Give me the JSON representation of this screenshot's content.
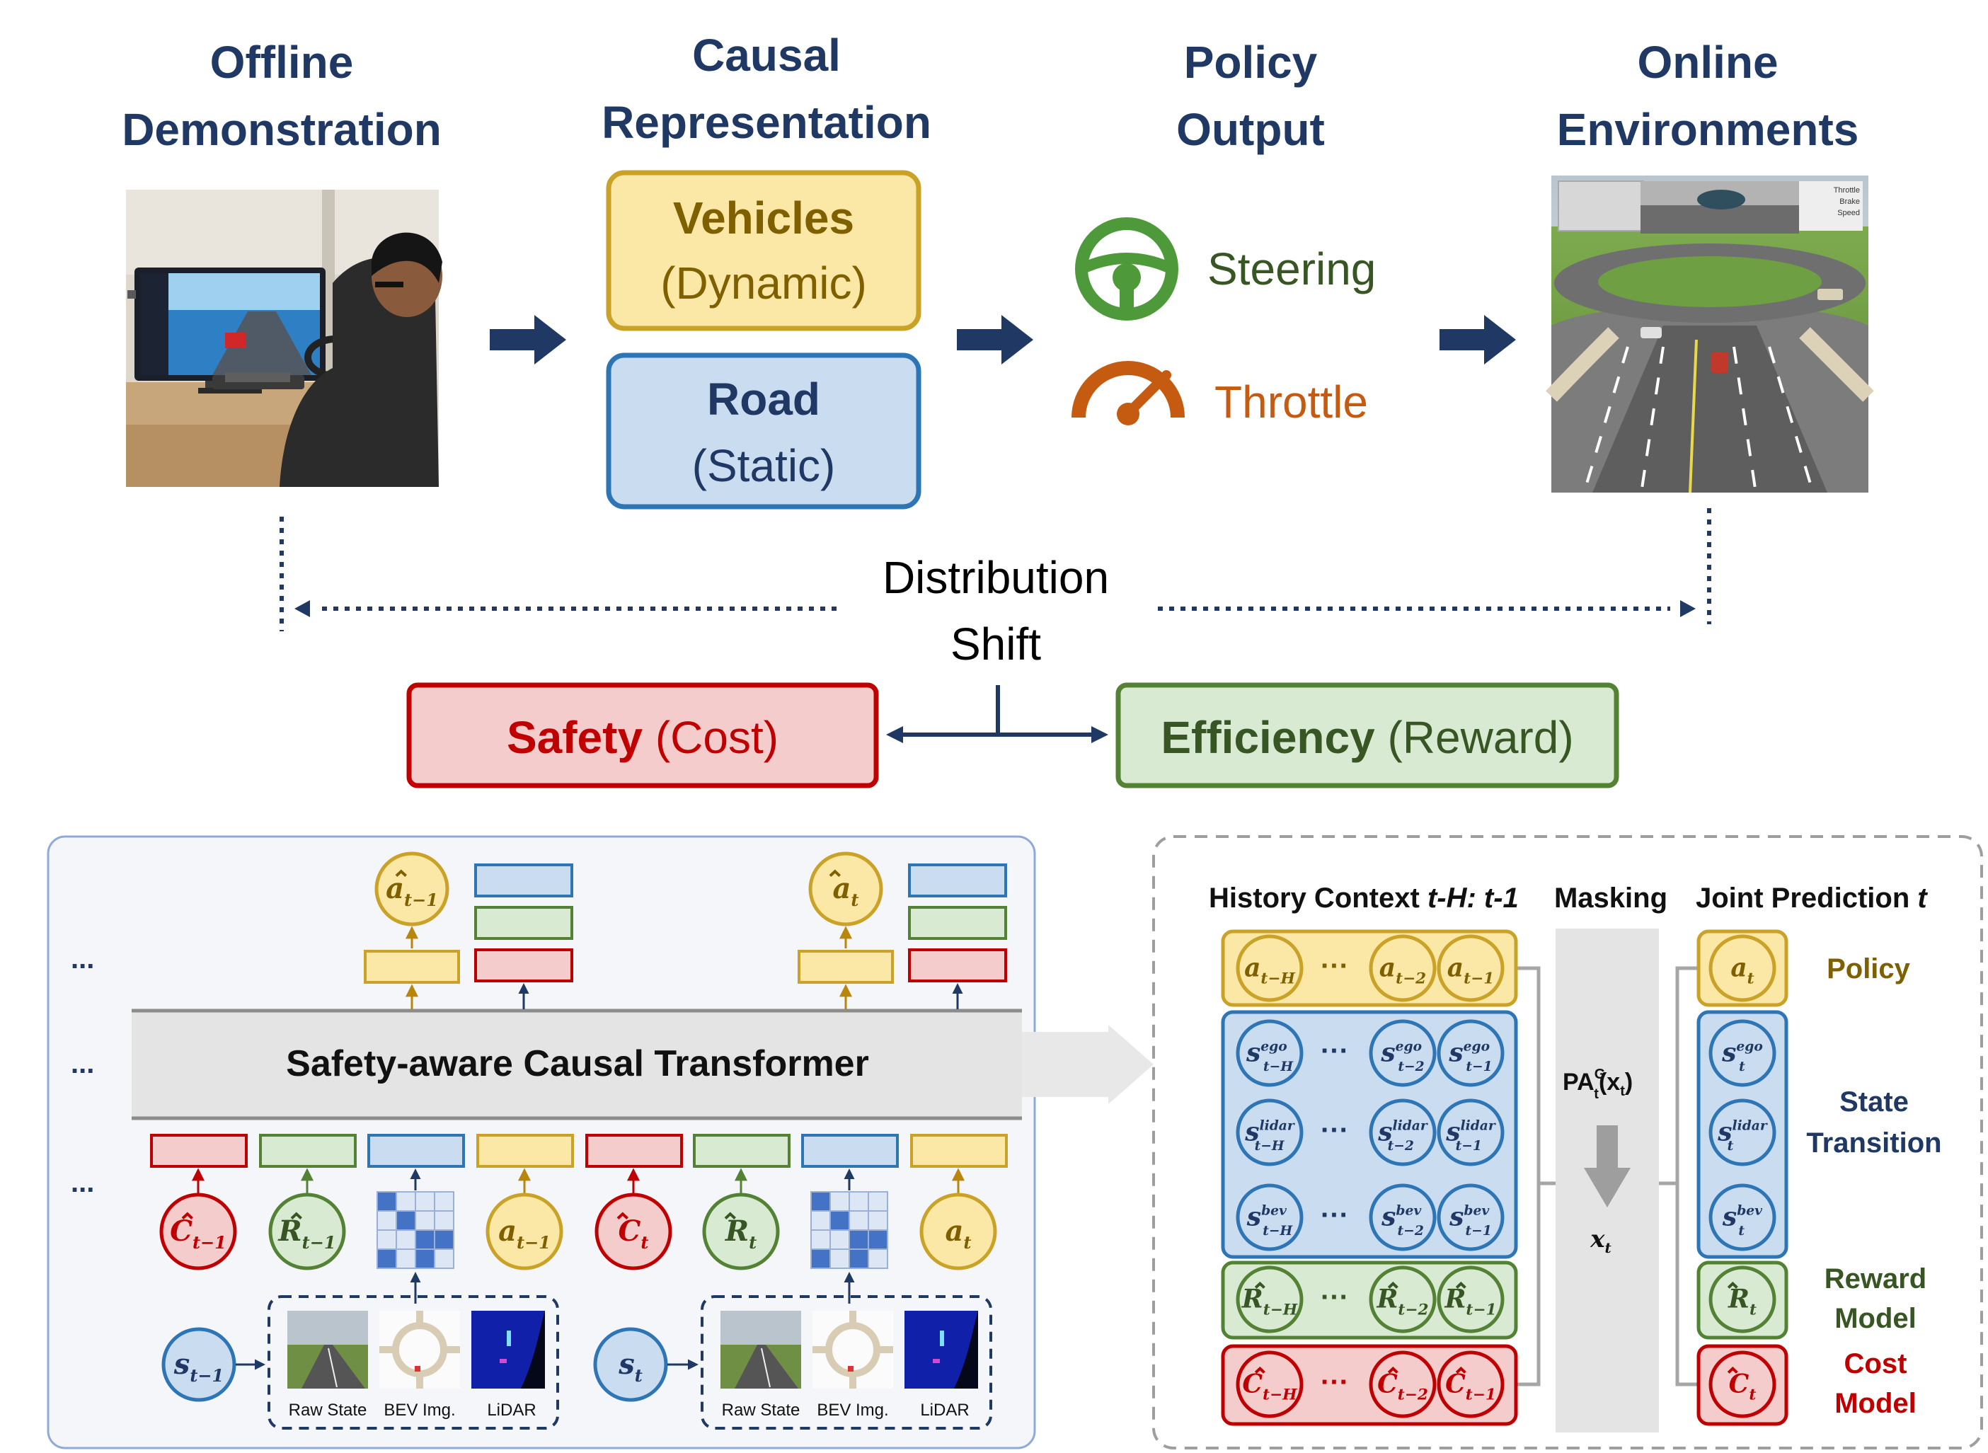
{
  "pipeline": {
    "offline_title": [
      "Offline",
      "Demonstration"
    ],
    "causal_title": [
      "Causal",
      "Representation"
    ],
    "policy_title": [
      "Policy",
      "Output"
    ],
    "online_title": [
      "Online",
      "Environments"
    ],
    "vehicles_label": "Vehicles",
    "vehicles_sub": "(Dynamic)",
    "road_label": "Road",
    "road_sub": "(Static)",
    "steering": "Steering",
    "throttle": "Throttle",
    "shift_line1": "Distribution",
    "shift_line2": "Shift",
    "safety_bold": "Safety",
    "safety_rest": " (Cost)",
    "efficiency_bold": "Efficiency",
    "efficiency_rest": " (Reward)",
    "sim_hud": [
      "Throttle",
      "Brake",
      "Speed"
    ]
  },
  "transformer": {
    "title": "Safety-aware Causal Transformer",
    "ellipsis": "...",
    "out_tokens": [
      {
        "main": "a",
        "hat": true,
        "sub": "t−1"
      },
      {
        "main": "a",
        "hat": true,
        "sub": "t"
      }
    ],
    "in_tokens": [
      {
        "main": "C",
        "hat": true,
        "sub": "t−1",
        "kind": "cost"
      },
      {
        "main": "R",
        "hat": true,
        "sub": "t−1",
        "kind": "reward"
      },
      {
        "main": "a",
        "hat": false,
        "sub": "t−1",
        "kind": "action"
      },
      {
        "main": "C",
        "hat": true,
        "sub": "t",
        "kind": "cost"
      },
      {
        "main": "R",
        "hat": true,
        "sub": "t",
        "kind": "reward"
      },
      {
        "main": "a",
        "hat": false,
        "sub": "t",
        "kind": "action"
      }
    ],
    "state_tokens": [
      {
        "main": "s",
        "sub": "t−1"
      },
      {
        "main": "s",
        "sub": "t"
      }
    ],
    "thumb_labels": [
      "Raw State",
      "BEV Img.",
      "LiDAR"
    ]
  },
  "prediction": {
    "history_head_pre": "History Context ",
    "history_head_it": "t-H: t-1",
    "masking_head": "Masking",
    "joint_head_pre": "Joint Prediction ",
    "joint_head_it": "t",
    "mask_formula_main": "PA",
    "mask_formula_sup": "G",
    "mask_formula_sub": "t",
    "mask_formula_arg": "(x",
    "mask_formula_arg_sub": "t",
    "mask_formula_close": ")",
    "mask_output": "x",
    "mask_output_sub": "t",
    "ellipsis": "···",
    "rows": [
      {
        "kind": "action",
        "main": "a",
        "hat": false,
        "sup": "",
        "subs": [
          "t−H",
          "t−2",
          "t−1"
        ],
        "pred_sub": "t"
      },
      {
        "kind": "state",
        "main": "s",
        "hat": false,
        "sup": "ego",
        "subs": [
          "t−H",
          "t−2",
          "t−1"
        ],
        "pred_sub": "t"
      },
      {
        "kind": "state",
        "main": "s",
        "hat": false,
        "sup": "lidar",
        "subs": [
          "t−H",
          "t−2",
          "t−1"
        ],
        "pred_sub": "t"
      },
      {
        "kind": "state",
        "main": "s",
        "hat": false,
        "sup": "bev",
        "subs": [
          "t−H",
          "t−2",
          "t−1"
        ],
        "pred_sub": "t"
      },
      {
        "kind": "reward",
        "main": "R",
        "hat": true,
        "sup": "",
        "subs": [
          "t−H",
          "t−2",
          "t−1"
        ],
        "pred_sub": "t"
      },
      {
        "kind": "cost",
        "main": "C",
        "hat": true,
        "sup": "",
        "subs": [
          "t−H",
          "t−2",
          "t−1"
        ],
        "pred_sub": "t"
      }
    ],
    "labels": {
      "policy": [
        "Policy"
      ],
      "state": [
        "State",
        "Transition"
      ],
      "reward": [
        "Reward",
        "Model"
      ],
      "cost": [
        "Cost",
        "Model"
      ]
    }
  },
  "colors": {
    "navy": "#1f3864",
    "yellow_fill": "#fbe7a6",
    "yellow_stroke": "#c9a227",
    "yellow_text": "#7f6000",
    "blue_fill": "#c9dcf0",
    "blue_stroke": "#2e75b6",
    "blue_text": "#1f3864",
    "red_fill": "#f4cccc",
    "red_stroke": "#c00000",
    "red_text": "#c00000",
    "green_fill": "#d9ead3",
    "green_stroke": "#548235",
    "green_text": "#375623",
    "steer": "#4e9a3a",
    "throttle": "#c55a11"
  }
}
